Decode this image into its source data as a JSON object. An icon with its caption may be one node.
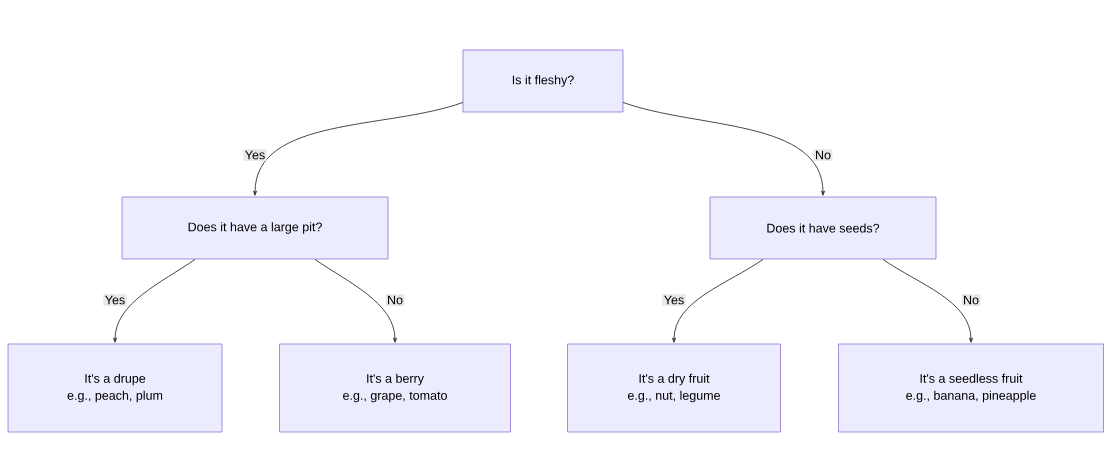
{
  "diagram": {
    "nodes": [
      {
        "text": [
          "Is it fleshy?"
        ]
      },
      {
        "text": [
          "Does it have a large pit?"
        ]
      },
      {
        "text": [
          "Does it have seeds?"
        ]
      },
      {
        "text": [
          "It's a drupe",
          "e.g., peach, plum"
        ]
      },
      {
        "text": [
          "It's a berry",
          "e.g., grape, tomato"
        ]
      },
      {
        "text": [
          "It's a dry fruit",
          "e.g., nut, legume"
        ]
      },
      {
        "text": [
          "It's a seedless fruit",
          "e.g., banana, pineapple"
        ]
      }
    ],
    "edges": [
      {
        "from": 0,
        "to": 1,
        "arrow": "to",
        "label": "Yes"
      },
      {
        "from": 0,
        "to": 2,
        "arrow": "to",
        "label": "No"
      },
      {
        "from": 1,
        "to": 3,
        "arrow": "to",
        "label": "Yes"
      },
      {
        "from": 1,
        "to": 4,
        "arrow": "to",
        "label": "No"
      },
      {
        "from": 2,
        "to": 5,
        "arrow": "to",
        "label": "Yes"
      },
      {
        "from": 2,
        "to": 6,
        "arrow": "to",
        "label": "No"
      }
    ]
  }
}
